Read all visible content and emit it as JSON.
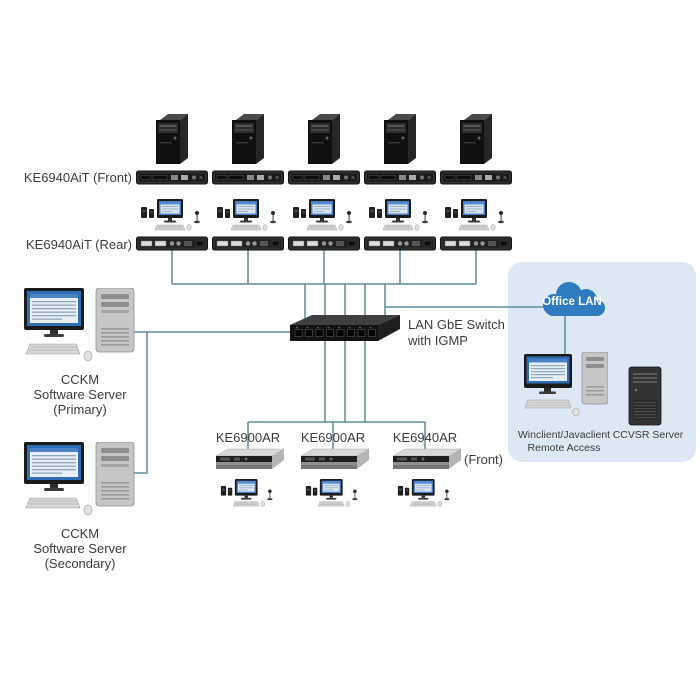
{
  "colors": {
    "line": "#5d8c9b",
    "panel_bg": "#dce8f4",
    "cloud": "#2e7bbf",
    "screen": "#4a80c8"
  },
  "transmitters": {
    "front_label": "KE6940AiT (Front)",
    "rear_label": "KE6940AiT (Rear)"
  },
  "switch": {
    "label": "LAN GbE Switch\nwith IGMP"
  },
  "left_column": {
    "cckm_primary": "CCKM\nSoftware Server\n(Primary)",
    "cckm_secondary": "CCKM\nSoftware Server\n(Secondary)"
  },
  "receivers": [
    {
      "label": "KE6900AR"
    },
    {
      "label": "KE6900AR"
    },
    {
      "label": "KE6940AR",
      "note": "(Front)"
    }
  ],
  "office_panel": {
    "cloud_label": "Office LAN",
    "remote_access": "Winclient/Javaclient\nRemote Access",
    "ccvsr": "CCVSR Server"
  }
}
